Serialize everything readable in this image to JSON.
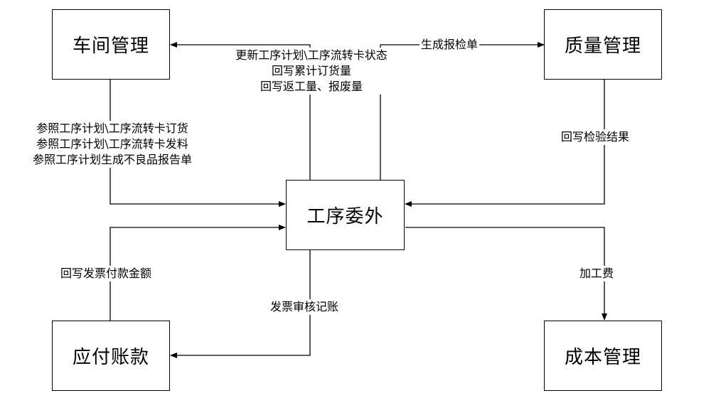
{
  "nodes": {
    "workshop": "车间管理",
    "quality": "质量管理",
    "center": "工序委外",
    "payable": "应付账款",
    "cost": "成本管理"
  },
  "edges": {
    "workshop_to_center": [
      "参照工序计划\\工序流转卡订货",
      "参照工序计划\\工序流转卡发料",
      "参照工序计划生成不良品报告单"
    ],
    "center_to_workshop": [
      "更新工序计划\\工序流转卡状态",
      "回写累计订货量",
      "回写返工量、报废量"
    ],
    "center_to_quality": "生成报检单",
    "quality_to_center": "回写检验结果",
    "payable_to_center": "回写发票付款金额",
    "center_to_payable": "发票审核记账",
    "center_to_cost": "加工费"
  }
}
